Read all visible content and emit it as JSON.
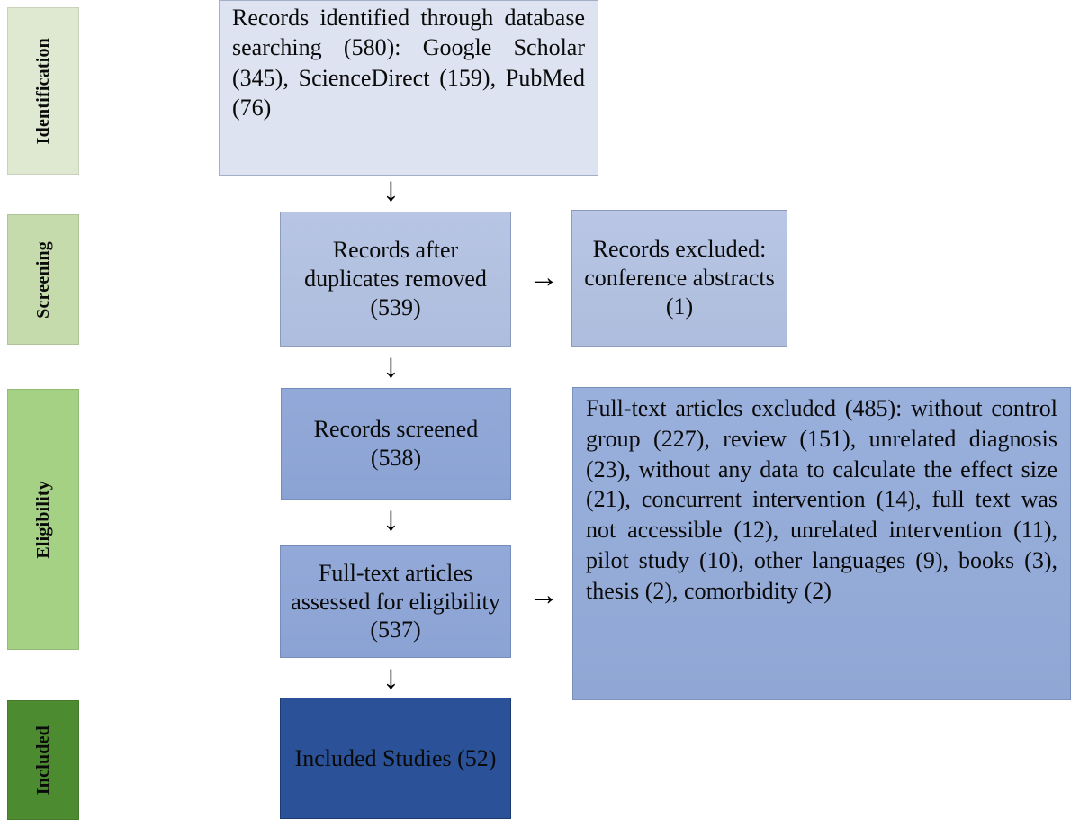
{
  "diagram": {
    "type": "prisma-flow-diagram",
    "stages": [
      {
        "id": "identification",
        "label": "Identification",
        "color": "#dfe9d2"
      },
      {
        "id": "screening",
        "label": "Screening",
        "color": "#c5dbab"
      },
      {
        "id": "eligibility",
        "label": "Eligibility",
        "color": "#a4d184"
      },
      {
        "id": "included",
        "label": "Included",
        "color": "#4d8b31"
      }
    ],
    "boxes": {
      "identified": {
        "text": "Records identified through database searching (580): Google Scholar (345), ScienceDirect (159), PubMed (76)",
        "color": "#dde3f0"
      },
      "duplicates_removed": {
        "text": "Records after duplicates removed (539)",
        "color": "#b8c5e4"
      },
      "records_excluded": {
        "text": "Records excluded: conference abstracts (1)",
        "color": "#b9c6e5"
      },
      "records_screened": {
        "text": "Records screened (538)",
        "color": "#93a9d8"
      },
      "fulltext_assessed": {
        "text": "Full-text articles assessed for eligibility (537)",
        "color": "#93a9d8"
      },
      "fulltext_excluded": {
        "text": "Full-text articles excluded (485): without control group (227), review (151), unrelated diagnosis (23), without any data to calculate the effect size (21), concurrent intervention (14), full text was not accessible (12), unrelated intervention (11), pilot study (10), other languages (9), books (3), thesis (2), comorbidity (2)",
        "color": "#9ab0dc"
      },
      "included_studies": {
        "text": "Included Studies (52)",
        "color": "#2b5298"
      }
    },
    "arrows": {
      "down": "↓",
      "right": "→"
    },
    "counts": {
      "identified_total": 580,
      "google_scholar": 345,
      "science_direct": 159,
      "pubmed": 76,
      "after_duplicates": 539,
      "records_excluded_conference_abstracts": 1,
      "records_screened": 538,
      "fulltext_assessed": 537,
      "fulltext_excluded_total": 485,
      "without_control_group": 227,
      "review": 151,
      "unrelated_diagnosis": 23,
      "no_data_for_effect_size": 21,
      "concurrent_intervention": 14,
      "fulltext_not_accessible": 12,
      "unrelated_intervention": 11,
      "pilot_study": 10,
      "other_languages": 9,
      "books": 3,
      "thesis": 2,
      "comorbidity": 2,
      "included_studies": 52
    }
  }
}
